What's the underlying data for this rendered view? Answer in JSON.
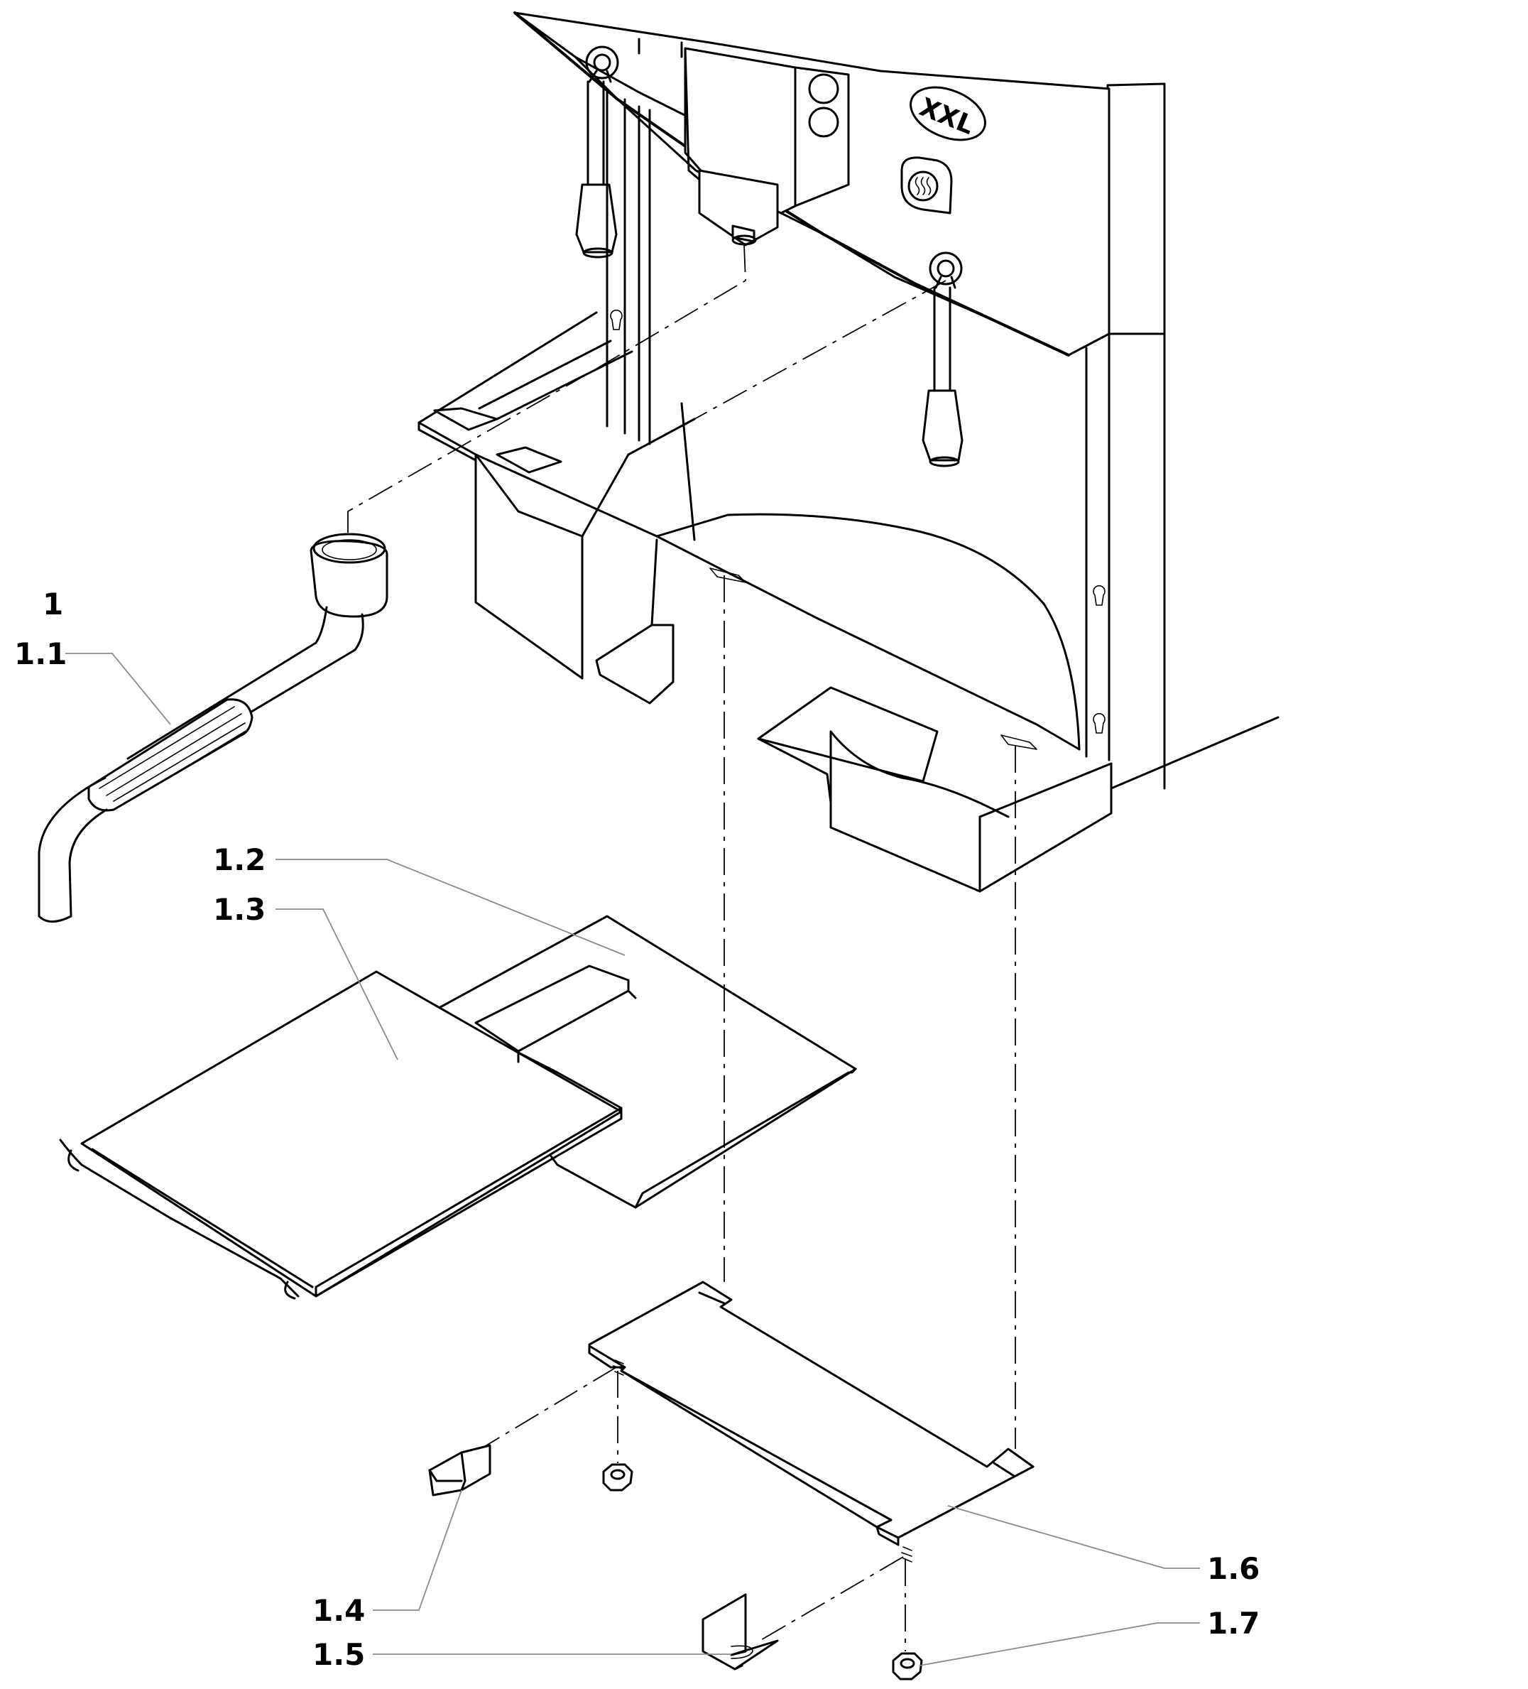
{
  "machine": {
    "badge_text": "XXL",
    "steam_icon": "steam-icon"
  },
  "callouts": [
    {
      "id": "c1",
      "label": "1"
    },
    {
      "id": "c1-1",
      "label": "1.1"
    },
    {
      "id": "c1-2",
      "label": "1.2"
    },
    {
      "id": "c1-3",
      "label": "1.3"
    },
    {
      "id": "c1-4",
      "label": "1.4"
    },
    {
      "id": "c1-5",
      "label": "1.5"
    },
    {
      "id": "c1-6",
      "label": "1.6"
    },
    {
      "id": "c1-7",
      "label": "1.7"
    }
  ]
}
